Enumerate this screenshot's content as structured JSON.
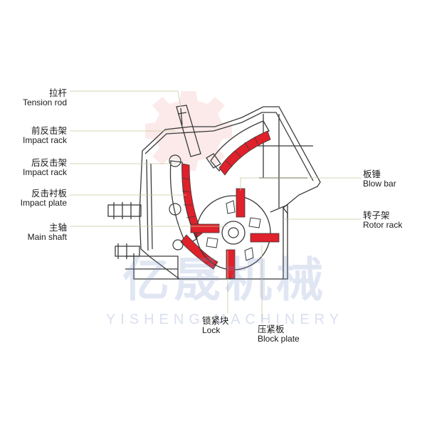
{
  "labels": {
    "tension_rod": {
      "zh": "拉杆",
      "en": "Tension rod"
    },
    "front_impact_rack": {
      "zh": "前反击架",
      "en": "Impact rack"
    },
    "rear_impact_rack": {
      "zh": "后反击架",
      "en": "Impact rack"
    },
    "impact_plate": {
      "zh": "反击衬板",
      "en": "Impact plate"
    },
    "main_shaft": {
      "zh": "主轴",
      "en": "Main shaft"
    },
    "blow_bar": {
      "zh": "板锤",
      "en": "Blow bar"
    },
    "rotor_rack": {
      "zh": "转子架",
      "en": "Rotor rack"
    },
    "lock": {
      "zh": "锁紧块",
      "en": "Lock"
    },
    "block_plate": {
      "zh": "压紧板",
      "en": "Block plate"
    }
  },
  "watermark": {
    "brand_zh": "亿晟机械",
    "brand_en": "YISHENG MACHINERY"
  },
  "colors": {
    "line": "#3a3a3a",
    "red_part": "#e0202a",
    "leader": "#c9c9a0",
    "watermark": "#8c9fd0"
  }
}
